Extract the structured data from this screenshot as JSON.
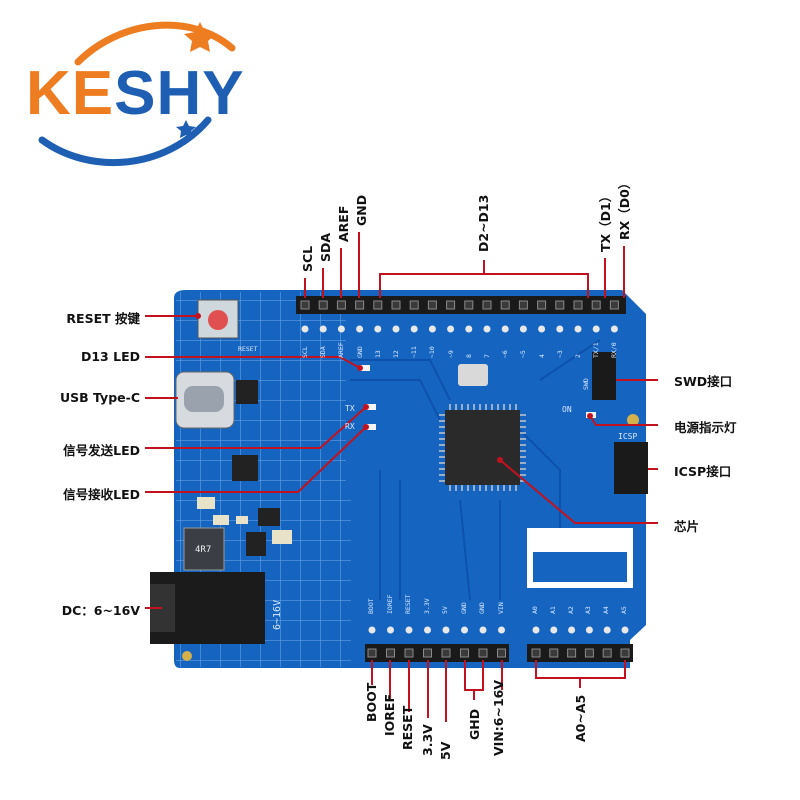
{
  "logo": {
    "brand_ke": "KE",
    "brand_shy": "SHY",
    "brand_full": "KESHY",
    "color_orange": "#ee7d22",
    "color_blue": "#1f5fb3"
  },
  "colors": {
    "board": "#1565c0",
    "grid": "#6fa3e6",
    "callout_line": "#c3121f",
    "header": "#1a1a1a",
    "pin": "#d0d0d0"
  },
  "labels_left": {
    "reset_button": "RESET 按键",
    "d13_led": "D13 LED",
    "usb": "USB Type-C",
    "tx_led": "信号发送LED",
    "rx_led": "信号接收LED",
    "dc": "DC：6~16V"
  },
  "labels_right": {
    "swd": "SWD接口",
    "power_led": "电源指示灯",
    "icsp": "ICSP接口",
    "chip": "芯片"
  },
  "labels_top": {
    "scl": "SCL",
    "sda": "SDA",
    "aref": "AREF",
    "gnd": "GND",
    "d2_d13": "D2~D13",
    "tx": "TX（D1）",
    "rx": "RX（D0）"
  },
  "labels_bottom": {
    "boot": "BOOT",
    "ioref": "IOREF",
    "reset": "RESET",
    "v33": "3.3V",
    "v5": "5V",
    "ghd": "GHD",
    "vin": "VIN:6~16V",
    "a0_a5": "A0~A5"
  },
  "silkscreen": {
    "reset": "RESET",
    "tx": "TX",
    "rx": "RX",
    "on": "ON",
    "icsp": "ICSP",
    "swd": "SWD",
    "inductor": "4R7",
    "dc_range": "6~16V",
    "top_pins": [
      "SCL",
      "SDA",
      "AREF",
      "GND",
      "13",
      "12",
      "~11",
      "~10",
      "~9",
      "8",
      "7",
      "~6",
      "~5",
      "4",
      "~3",
      "2",
      "TX/1",
      "RX/0"
    ],
    "power_pins": [
      "BOOT",
      "IOREF",
      "RESET",
      "3.3V",
      "5V",
      "GND",
      "GND",
      "VIN"
    ],
    "analog_pins": [
      "A0",
      "A1",
      "A2",
      "A3",
      "A4",
      "A5"
    ]
  }
}
